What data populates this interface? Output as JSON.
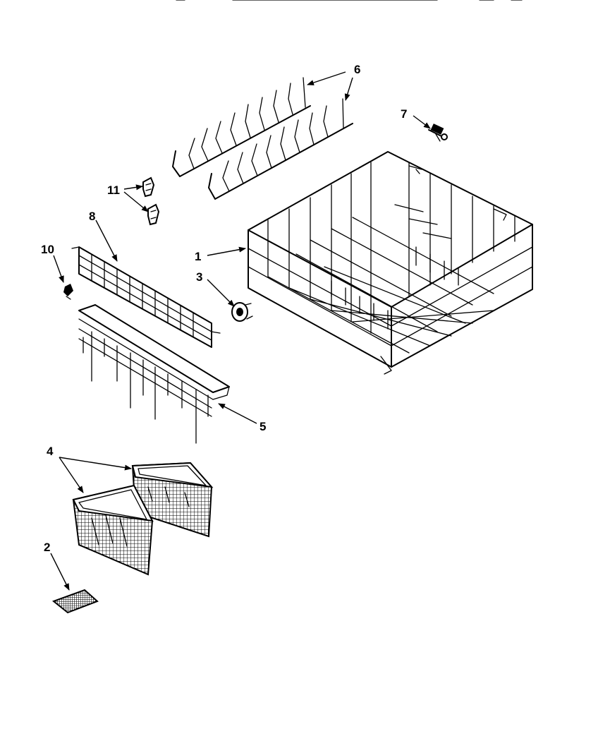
{
  "diagram": {
    "callouts": [
      "1",
      "2",
      "3",
      "4",
      "5",
      "6",
      "7",
      "8",
      "10",
      "11"
    ],
    "colors": {
      "ink": "#000000",
      "paper": "#ffffff"
    }
  }
}
